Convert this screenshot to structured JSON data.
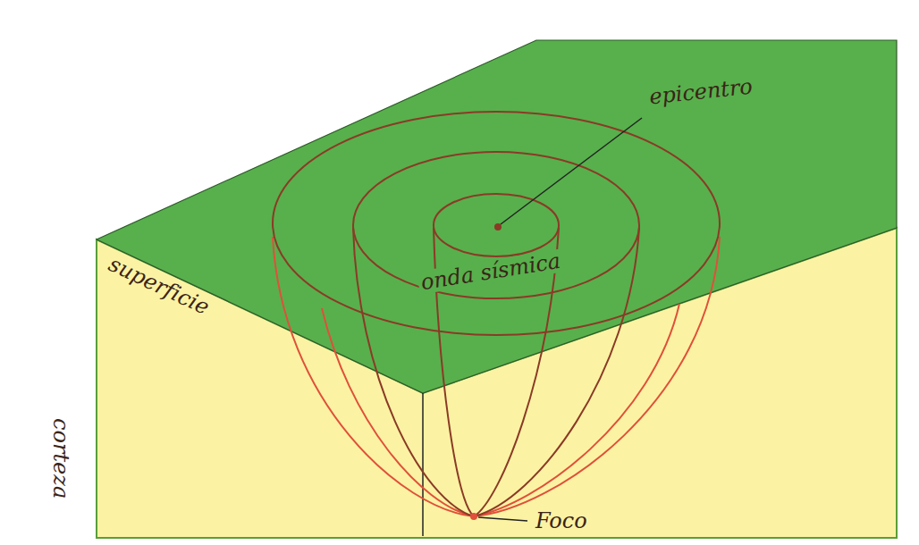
{
  "diagram": {
    "labels": [
      "epicentro",
      "superficie",
      "onda sísmica",
      "corteza",
      "Foco"
    ]
  }
}
